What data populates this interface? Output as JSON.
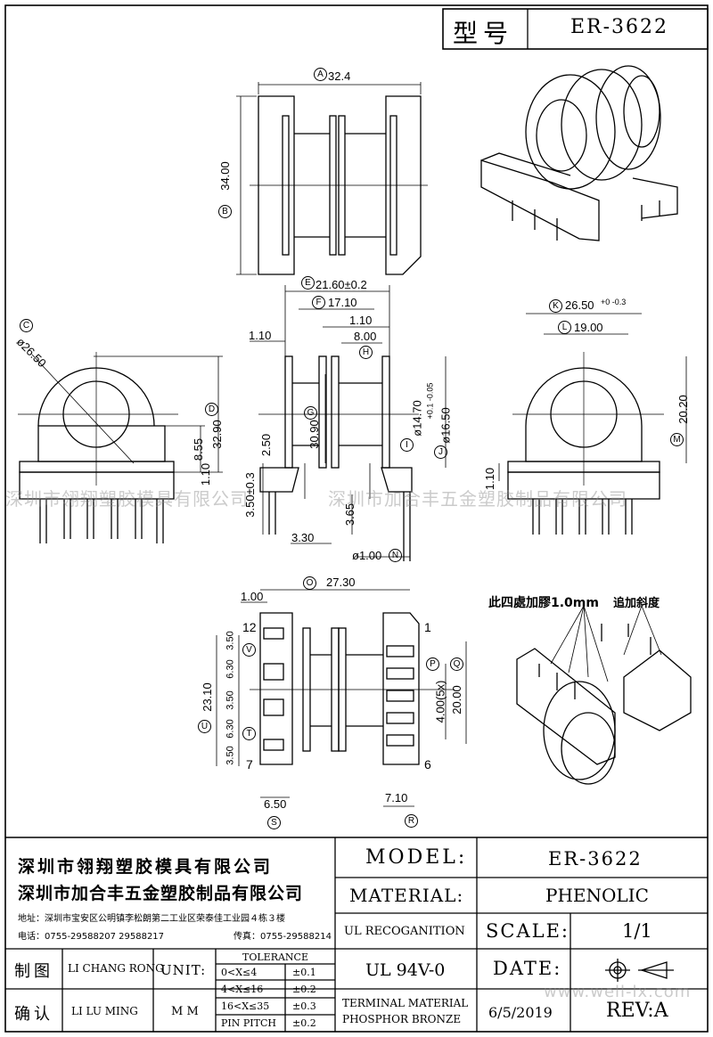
{
  "header": {
    "type_label": "型号",
    "model_code": "ER-3622"
  },
  "watermark": {
    "left": "深圳市翎翔塑胶模具有限公司",
    "right": "深圳市加合丰五金塑胶制品有限公司",
    "url": "www.well-lx.com"
  },
  "top_view": {
    "dim_a": "32.4",
    "dim_b": "34.00",
    "label_a": "A",
    "label_b": "B"
  },
  "side_view": {
    "d_c": "ø26.50",
    "d_d": "32.90",
    "d_e": "8.55",
    "d_f": "1.10",
    "label_c": "C",
    "label_d": "D"
  },
  "front_view": {
    "d_21_60": "21.60±0.2",
    "d_17_10": "17.10",
    "d_1_10_l": "1.10",
    "d_1_10_r": "1.10",
    "d_8_00": "8.00",
    "d_2_50": "2.50",
    "d_30_90": "30.90",
    "d_14_70": "ø14.70",
    "tol_14_70": "+0.1 -0.05",
    "d_16_50": "ø16.50",
    "d_3_50": "3.50±0.3",
    "d_3_65": "3.65",
    "d_3_30": "3.30",
    "d_1_00": "ø1.00",
    "label_e": "E",
    "label_f": "F",
    "label_g": "G",
    "label_h": "H",
    "label_i": "I",
    "label_j": "J",
    "label_n": "N"
  },
  "end_view": {
    "d_26_50": "26.50",
    "tol_26_50": "+0 -0.3",
    "d_19_00": "19.00",
    "d_20_20": "20.20",
    "d_1_10": "1.10",
    "label_k": "K",
    "label_l": "L",
    "label_m": "M"
  },
  "bottom_view": {
    "d_1_00": "1.00",
    "d_27_30": "27.30",
    "d_23_10": "23.10",
    "d_20_00": "20.00",
    "d_4_00": "4.00(5x)",
    "d_3_50_a": "3.50",
    "d_6_30_a": "6.30",
    "d_3_50_b": "3.50",
    "d_6_30_b": "6.30",
    "d_3_50_c": "3.50",
    "d_6_50": "6.50",
    "d_7_10": "7.10",
    "pin_12": "12",
    "pin_1": "1",
    "pin_7": "7",
    "pin_6": "6",
    "label_o": "O",
    "label_p": "P",
    "label_q": "Q",
    "label_r": "R",
    "label_s": "S",
    "label_t": "T",
    "label_u": "U",
    "label_v": "V"
  },
  "notes": {
    "note_1": "此四處加膠1.0mm",
    "note_2": "追加斜度"
  },
  "title_block": {
    "company_1": "深圳市翎翔塑胶模具有限公司",
    "company_2": "深圳市加合丰五金塑胶制品有限公司",
    "address": "地址：深圳市宝安区公明镇李松朗第二工业区荣泰佳工业园４栋３楼",
    "phone": "电话：0755-29588207  29588217",
    "fax": "传真：0755-29588214",
    "model_label": "MODEL:",
    "model_value": "ER-3622",
    "material_label": "MATERIAL:",
    "material_value": "PHENOLIC",
    "ul_label": "UL RECOGANITION",
    "ul_value": "UL 94V-0",
    "scale_label": "SCALE:",
    "scale_value": "1/1",
    "date_label": "DATE:",
    "drawn_label": "制图",
    "drawn_value": "LI CHANG RONG",
    "check_label": "确认",
    "check_value": "LI LU MING",
    "unit_label": "UNIT:",
    "unit_value": "M M",
    "tol_title": "TOLERANCE",
    "tol_rows": [
      {
        "range": "0<X≤4",
        "value": "±0.1"
      },
      {
        "range": "4<X≤16",
        "value": "±0.2"
      },
      {
        "range": "16<X≤35",
        "value": "±0.3"
      },
      {
        "range": "PIN PITCH",
        "value": "±0.2"
      }
    ],
    "terminal_label_1": "TERMINAL MATERIAL",
    "terminal_label_2": "PHOSPHOR  BRONZE",
    "date_value": "6/5/2019",
    "rev_label": "REV:A"
  }
}
